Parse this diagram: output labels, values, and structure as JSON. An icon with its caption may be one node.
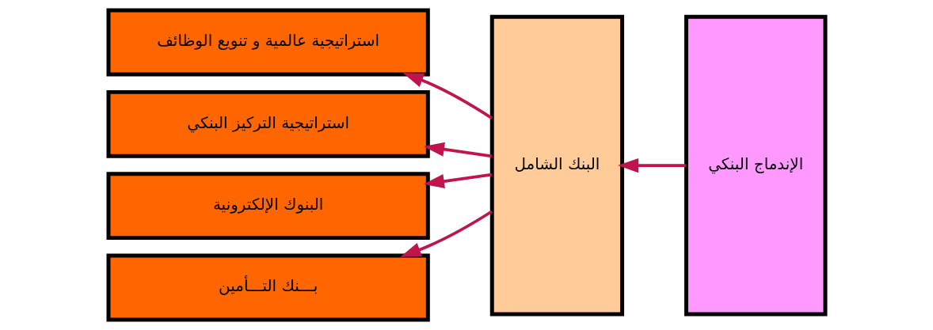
{
  "diagram": {
    "nodes": [
      {
        "text": [
          "الإندماج البنكي"
        ]
      },
      {
        "text": [
          "البنك الشامل"
        ]
      },
      {
        "text": [
          "استراتيجية عالمية و تنويع الوظائف"
        ]
      },
      {
        "text": [
          "استراتيجية التركيز البنكي"
        ]
      },
      {
        "text": [
          "البنوك الإلكترونية"
        ]
      },
      {
        "text": [
          "بـــنك التـــأمين"
        ]
      }
    ],
    "edges": [
      {
        "from": 0,
        "to": 1,
        "arrow": "to"
      },
      {
        "from": 1,
        "to": 2,
        "arrow": "to"
      },
      {
        "from": 1,
        "to": 3,
        "arrow": "to"
      },
      {
        "from": 1,
        "to": 4,
        "arrow": "to"
      },
      {
        "from": 1,
        "to": 5,
        "arrow": "to"
      }
    ]
  }
}
